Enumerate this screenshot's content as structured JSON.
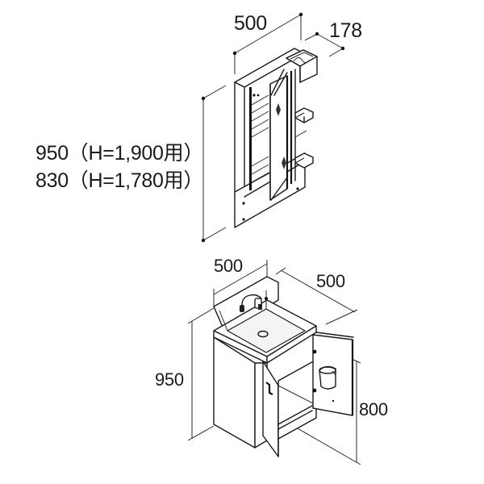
{
  "mirror_cabinet": {
    "width_label": "500",
    "depth_label": "178",
    "height_label_line1": "950（H=1,900用）",
    "height_label_line2": "830（H=1,780用）"
  },
  "vanity_cabinet": {
    "width_label": "500",
    "depth_label": "500",
    "height_label": "950",
    "counter_height_label": "800"
  },
  "colors": {
    "line": "#1a1a1a",
    "background": "#ffffff"
  }
}
